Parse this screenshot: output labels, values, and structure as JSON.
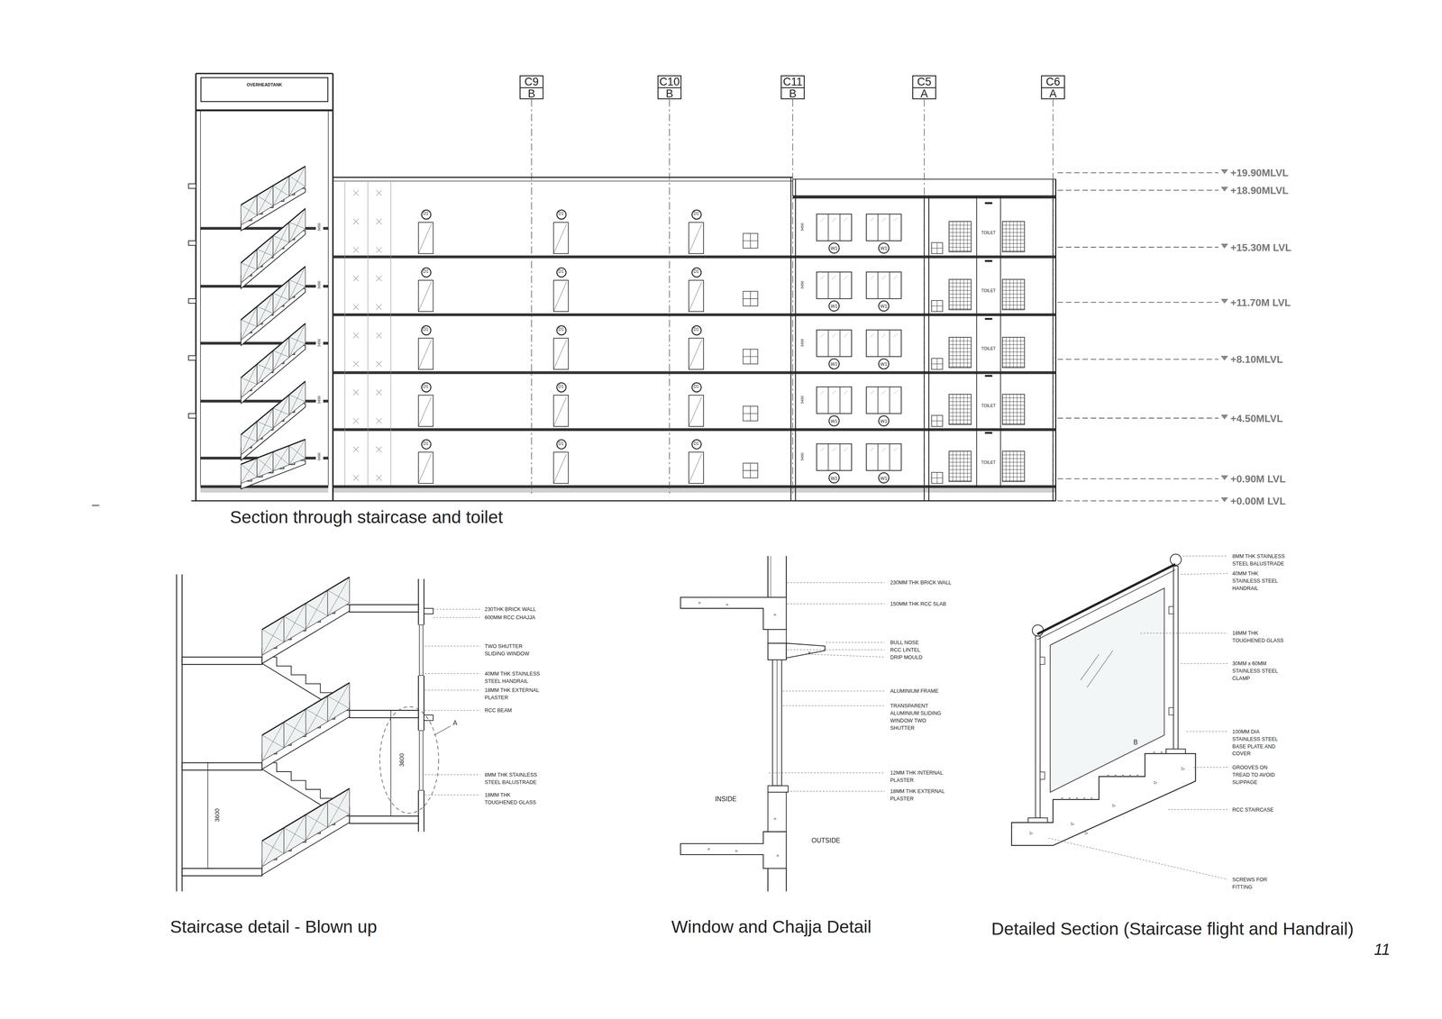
{
  "diagram": {
    "nodes": [
      {
        "text": [
          "OVERHEADTANK"
        ]
      },
      {
        "text": [
          "C9",
          "B"
        ]
      },
      {
        "text": [
          "C10",
          "B"
        ]
      },
      {
        "text": [
          "C11",
          "B"
        ]
      },
      {
        "text": [
          "C5",
          "A"
        ]
      },
      {
        "text": [
          "C6",
          "A"
        ]
      },
      {
        "text": [
          "D1"
        ]
      },
      {
        "text": [
          "D1"
        ]
      },
      {
        "text": [
          "D1"
        ]
      },
      {
        "text": [
          "W1"
        ]
      },
      {
        "text": [
          "W1"
        ]
      },
      {
        "text": [
          "D1"
        ]
      },
      {
        "text": [
          "D1"
        ]
      },
      {
        "text": [
          "D1"
        ]
      },
      {
        "text": [
          "W1"
        ]
      },
      {
        "text": [
          "W1"
        ]
      },
      {
        "text": [
          "D1"
        ]
      },
      {
        "text": [
          "D1"
        ]
      },
      {
        "text": [
          "D1"
        ]
      },
      {
        "text": [
          "W1"
        ]
      },
      {
        "text": [
          "W1"
        ]
      },
      {
        "text": [
          "D1"
        ]
      },
      {
        "text": [
          "D1"
        ]
      },
      {
        "text": [
          "D1"
        ]
      },
      {
        "text": [
          "W1"
        ]
      },
      {
        "text": [
          "W1"
        ]
      },
      {
        "text": [
          "D1"
        ]
      },
      {
        "text": [
          "D1"
        ]
      },
      {
        "text": [
          "D1"
        ]
      },
      {
        "text": [
          "W1"
        ]
      },
      {
        "text": [
          "W1"
        ]
      }
    ],
    "labels": [
      "+19.90MLVL",
      "+18.90MLVL",
      "+15.30M LVL",
      "+11.70M LVL",
      "+8.10MLVL",
      "+4.50MLVL",
      "+0.90M LVL",
      "+0.00M LVL",
      "TOILET",
      "TOILET",
      "TOILET",
      "TOILET",
      "TOILET",
      "3450",
      "3450",
      "3450",
      "3450",
      "3450",
      "3450",
      "3450",
      "3450",
      "3450",
      "3450",
      "Section through staircase and toilet",
      "230THK BRICK WALL",
      "600MM RCC CHAJJA",
      "TWO SHUTTER SLIDING WINDOW",
      "40MM THK STAINLESS STEEL HANDRAIL",
      "18MM THK EXTERNAL PLASTER",
      "RCC BEAM",
      "8MM THK STAINLESS STEEL BALUSTRADE",
      "18MM THK TOUGHENED GLASS",
      "A",
      "3600",
      "3600",
      "Staircase detail - Blown up",
      "230MM THK BRICK WALL",
      "150MM THK RCC SLAB",
      "BULL NOSE",
      "RCC LINTEL",
      "DRIP MOULD",
      "ALUMINIUM FRAME",
      "TRANSPARENT ALUMINIUM SLIDING WINDOW TWO SHUTTER",
      "12MM THK INTERNAL PLASTER",
      "18MM THK EXTERNAL PLASTER",
      "INSIDE",
      "OUTSIDE",
      "Window and Chajja Detail",
      "8MM THK STAINLESS STEEL BALUSTRADE",
      "40MM THK STAINLESS STEEL HANDRAIL",
      "18MM THK TOUGHENED GLASS",
      "30MM x 60MM STAINLESS STEEL CLAMP",
      "100MM DIA STAINLESS STEEL BASE PLATE AND COVER",
      "GROOVES ON TREAD TO AVOID SLIPPAGE",
      "RCC STAIRCASE",
      "SCREWS FOR FITTING",
      "B",
      "Detailed Section (Staircase flight and Handrail)",
      "11"
    ]
  }
}
